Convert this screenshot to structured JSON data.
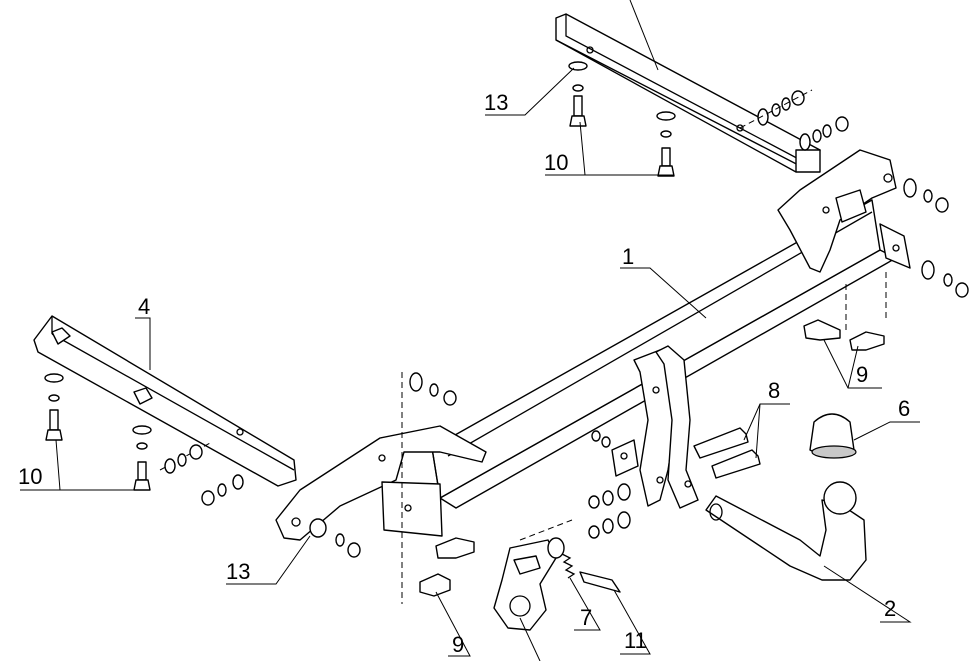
{
  "callouts": {
    "c1": "1",
    "c2": "2",
    "c4": "4",
    "c6": "6",
    "c7": "7",
    "c8": "8",
    "c9a": "9",
    "c9b": "9",
    "c10a": "10",
    "c10b": "10",
    "c11": "11",
    "c13a": "13",
    "c13b": "13"
  },
  "colors": {
    "line": "#000000",
    "fill": "#ffffff",
    "shade": "#c8c8c8"
  }
}
